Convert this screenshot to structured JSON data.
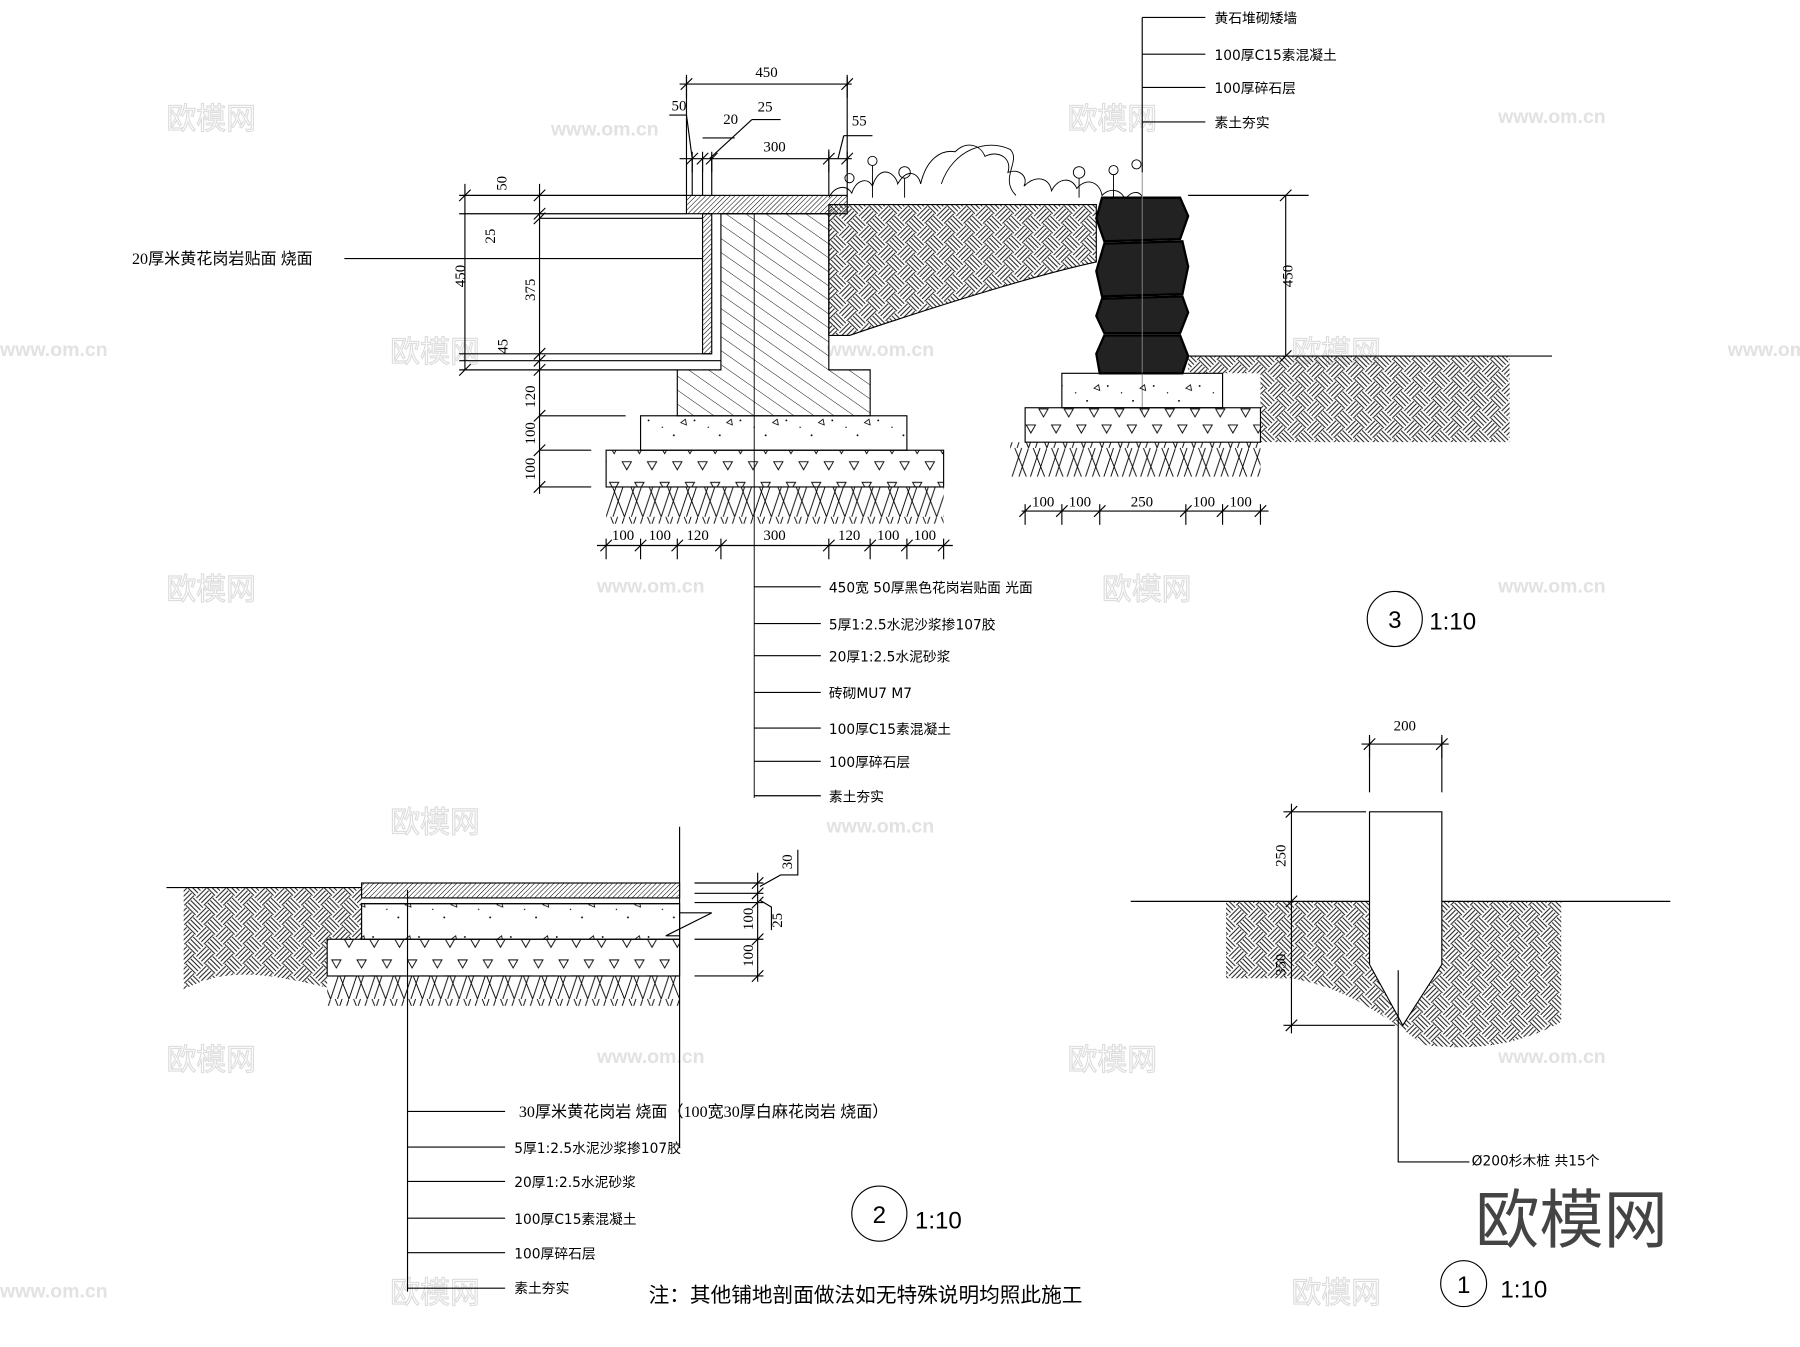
{
  "section3": {
    "scale_number": "3",
    "scale_ratio": "1:10",
    "side_label": "20厚米黄花岗岩贴面 烧面",
    "layers": [
      "450宽 50厚黑色花岗岩贴面 光面",
      "5厚1:2.5水泥沙浆掺107胶",
      "20厚1:2.5水泥砂浆",
      "砖砌MU7 M7",
      "100厚C15素混凝土",
      "100厚碎石层",
      "素土夯实"
    ],
    "wall_layers": [
      "黄石堆砌矮墙",
      "100厚C15素混凝土",
      "100厚碎石层",
      "素土夯实"
    ],
    "top_dims": [
      "450",
      "50",
      "20",
      "25",
      "300",
      "55"
    ],
    "left_dims": [
      "50",
      "25",
      "450",
      "375",
      "45",
      "120",
      "100",
      "100"
    ],
    "bottom_dims": [
      "100",
      "100",
      "120",
      "300",
      "120",
      "100",
      "100"
    ],
    "wall_bottom_dims": [
      "100",
      "100",
      "250",
      "100",
      "100"
    ],
    "wall_height_dim": "450"
  },
  "section2": {
    "scale_number": "2",
    "scale_ratio": "1:10",
    "layers": [
      "30厚米黄花岗岩 烧面（100宽30厚白麻花岗岩 烧面）",
      "5厚1:2.5水泥沙浆掺107胶",
      "20厚1:2.5水泥砂浆",
      "100厚C15素混凝土",
      "100厚碎石层",
      "素土夯实"
    ],
    "dims": [
      "30",
      "100",
      "25",
      "100"
    ],
    "note": "注：其他铺地剖面做法如无特殊说明均照此施工"
  },
  "section1": {
    "scale_number": "1",
    "scale_ratio": "1:10",
    "pile_label": "Ø200杉木桩 共15个",
    "dims": [
      "200",
      "250",
      "350"
    ]
  },
  "watermark": {
    "brand": "欧模网",
    "url": "www.om.cn"
  }
}
